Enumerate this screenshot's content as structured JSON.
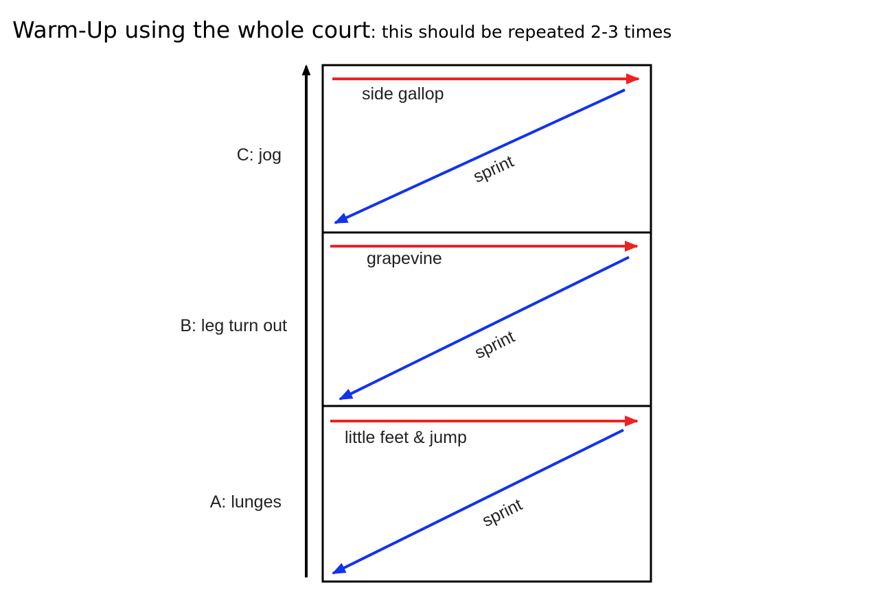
{
  "title": {
    "main": "Warm-Up using the whole court",
    "sub": ": this should be repeated 2-3 times"
  },
  "colors": {
    "red_arrow": "#ee2222",
    "blue_arrow": "#1133ee",
    "border": "#000000",
    "text": "#222222"
  },
  "sections": [
    {
      "side_label": "C: jog",
      "top_label": "side gallop",
      "diag_label": "sprint"
    },
    {
      "side_label": "B: leg turn out",
      "top_label": "grapevine",
      "diag_label": "sprint"
    },
    {
      "side_label": "A: lunges",
      "top_label": "little feet & jump",
      "diag_label": "sprint"
    }
  ]
}
